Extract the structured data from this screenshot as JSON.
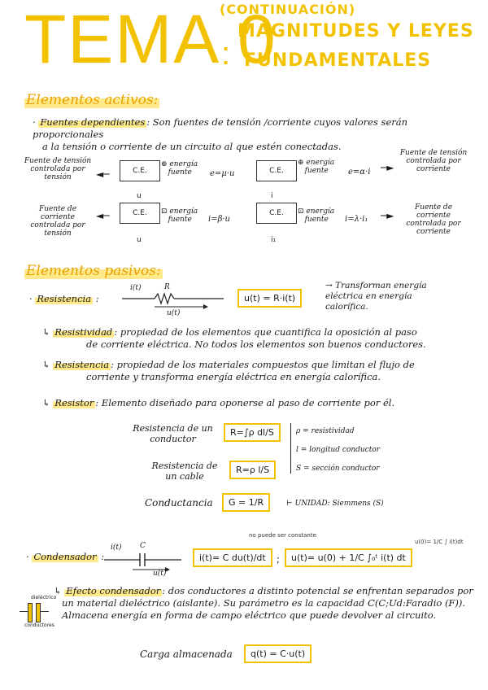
{
  "header": {
    "tema": "TEMA 0",
    "continuacion": "(CONTINUACIÓN)",
    "line1": "MAGNITUDES Y LEYES",
    "line2": "FUNDAMENTALES"
  },
  "activos": {
    "heading": "Elementos activos:",
    "fuentes_term": "Fuentes dependientes",
    "fuentes_text1": ": Son fuentes de tensión /corriente cuyos valores serán proporcionales",
    "fuentes_text2": "a la tensión o corriente de un circuito al que estén conectadas.",
    "ce": "C.E.",
    "energia": "energía",
    "fuente": "fuente",
    "r1_left": "Fuente de tensión controlada por tensión",
    "r1_eq1": "e=μ·u",
    "r1_eq2": "e=α·i",
    "r1_right": "Fuente de tensión controlada por corriente",
    "r2_left": "Fuente de corriente controlada por tensión",
    "r2_eq1": "i=β·u",
    "r2_eq2": "i=λ·i₁",
    "r2_right": "Fuente de corriente controlada por corriente",
    "u": "u",
    "i": "i",
    "i1": "i₁"
  },
  "pasivos": {
    "heading": "Elementos pasivos:",
    "resistencia_label": "Resistencia",
    "it": "i(t)",
    "R": "R",
    "ut": "u(t)",
    "ohm": "u(t) = R·i(t)",
    "transforman": "Transforman energía eléctrica en energía calorífica.",
    "resistividad_term": "Resistividad",
    "resistividad_text1": ": propiedad de los elementos que cuantifica la oposición al paso",
    "resistividad_text2": "de corriente eléctrica. No todos los elementos son buenos conductores.",
    "resistencia_term": "Resistencia",
    "resistencia_text1": ": propiedad de los materiales compuestos que limitan el flujo de",
    "resistencia_text2": "corriente y transforma energía eléctrica en energía calorífica.",
    "resistor_term": "Resistor",
    "resistor_text": ": Elemento diseñado para oponerse al paso de corriente por él.",
    "res_conductor_label": "Resistencia de un conductor",
    "res_conductor_eq": "R=∫ρ dl/S",
    "res_cable_label": "Resistencia de un cable",
    "res_cable_eq": "R=ρ l/S",
    "rho_def": "ρ = resistividad",
    "l_def": "l = longitud conductor",
    "s_def": "S = sección conductor",
    "conductancia_label": "Conductancia",
    "conductancia_eq": "G = 1/R",
    "unidad": "UNIDAD: Siemmens (S)"
  },
  "condensador": {
    "label": "Condensador",
    "it": "i(t)",
    "C": "C",
    "ut": "u(t)",
    "eq1": "i(t)= C du(t)/dt",
    "eq2": "u(t)= u(0) + 1/C ∫₀ᵗ i(t) dt",
    "note_top": "no puede ser constante",
    "note_right": "u(0)= 1/C ∫ i(t)dt",
    "efecto_term": "Efecto condensador",
    "efecto_text1": ": dos conductores a distinto potencial se enfrentan separados por",
    "efecto_text2": "un material dieléctrico (aislante). Su parámetro es la capacidad C(C;Ud:Faradio (F)).",
    "efecto_text3": "Almacena energía en forma de campo eléctrico que puede devolver al circuito.",
    "dielectrico": "dieléctrico",
    "conductores": "conductores",
    "carga_label": "Carga almacenada",
    "carga_eq": "q(t) = C·u(t)"
  }
}
